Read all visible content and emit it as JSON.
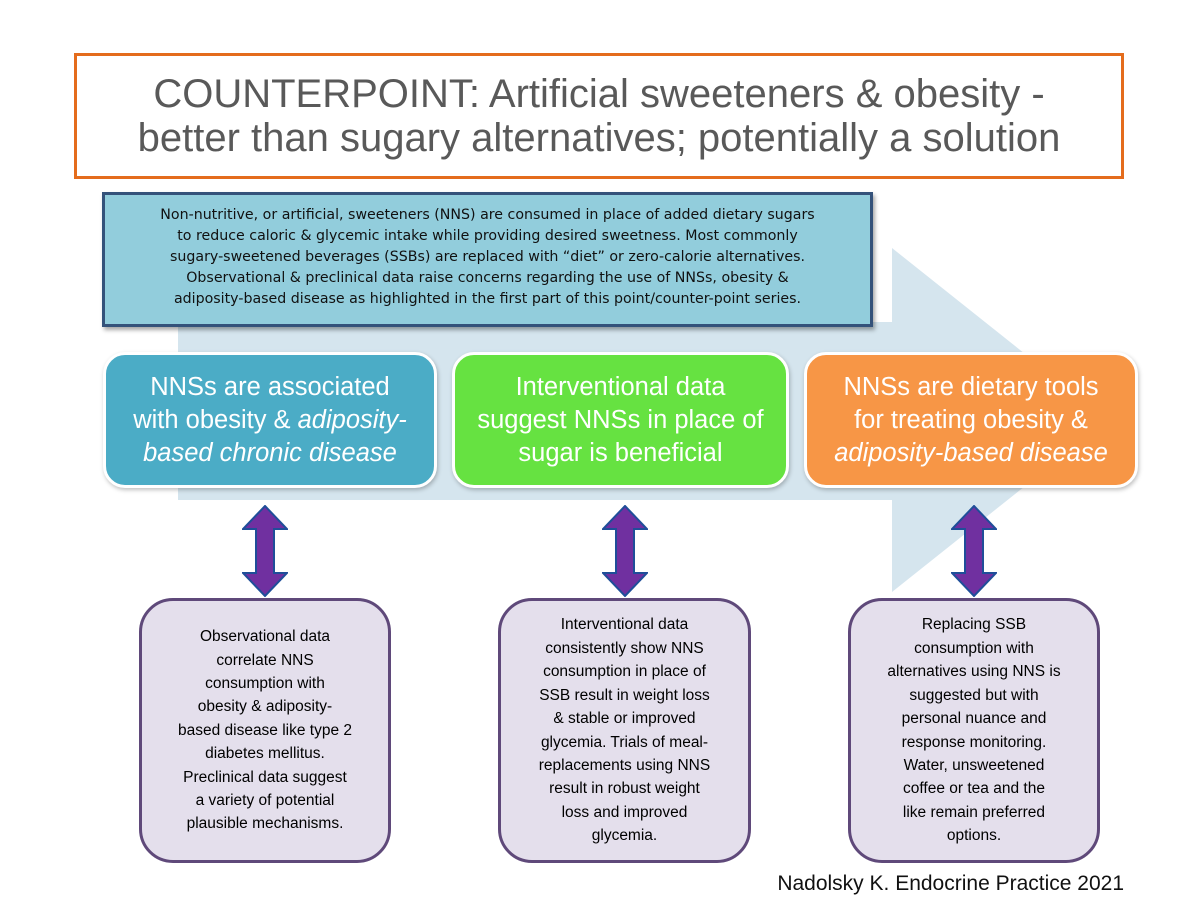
{
  "title": {
    "line1": "COUNTERPOINT: Artificial sweeteners & obesity -",
    "line2": "better than sugary alternatives; potentially a solution"
  },
  "intro": {
    "lines": [
      "Non-nutritive, or artificial, sweeteners (NNS) are consumed in place of added dietary sugars",
      "to reduce caloric & glycemic intake while providing desired sweetness. Most commonly",
      "sugary-sweetened beverages (SSBs) are replaced with “diet” or zero-calorie alternatives.",
      "Observational & preclinical data raise concerns regarding the use of NNSs, obesity &",
      "adiposity-based disease as highlighted in the first part of this point/counter-point series."
    ]
  },
  "stages": [
    {
      "line1": "NNSs are associated",
      "line2a": "with obesity & ",
      "line2b": "adiposity-",
      "line3": "based chronic disease"
    },
    {
      "line1": "Interventional data",
      "line2": "suggest NNSs in place of",
      "line3": "sugar is beneficial"
    },
    {
      "line1": "NNSs are dietary tools",
      "line2": "for treating obesity &",
      "line3": "adiposity-based disease"
    }
  ],
  "details": [
    {
      "lines": [
        "Observational data",
        "correlate NNS",
        "consumption with",
        "obesity & adiposity-",
        "based disease like type 2",
        "diabetes mellitus.",
        "Preclinical data suggest",
        "a variety of potential",
        "plausible mechanisms."
      ]
    },
    {
      "lines": [
        "Interventional data",
        "consistently show NNS",
        "consumption in place of",
        "SSB result in weight loss",
        "& stable or improved",
        "glycemia. Trials of meal-",
        "replacements using NNS",
        "result in robust weight",
        "loss and improved",
        "glycemia."
      ]
    },
    {
      "lines": [
        "Replacing SSB",
        "consumption with",
        "alternatives using NNS is",
        "suggested but with",
        "personal nuance and",
        "response monitoring.",
        "Water, unsweetened",
        "coffee or tea and the",
        "like remain preferred",
        "options."
      ]
    }
  ],
  "citation": "Nadolsky K. Endocrine Practice 2021",
  "colors": {
    "title_border": "#e46c1c",
    "title_text": "#595959",
    "intro_fill": "#92cddc",
    "intro_border": "#34527a",
    "stage1": "#4bacc6",
    "stage2": "#66e241",
    "stage3": "#f79646",
    "detail_fill": "#e4dfec",
    "detail_border": "#5f497a",
    "arrow_fill": "#7030a0",
    "arrow_head": "#1f4e99",
    "background_arrow": "#d5e5ee"
  }
}
